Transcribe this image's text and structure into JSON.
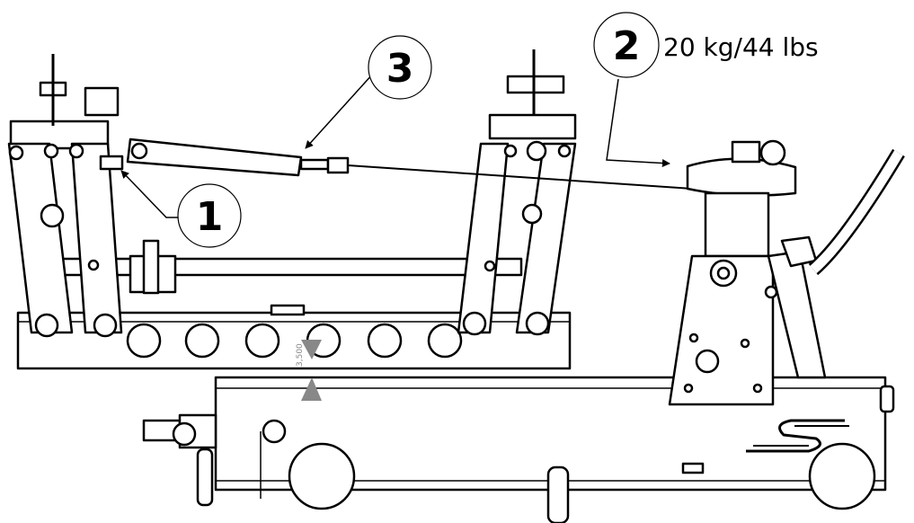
{
  "callouts": [
    {
      "number": "1"
    },
    {
      "number": "2"
    },
    {
      "number": "3"
    }
  ],
  "weight_label": "20 kg/44 lbs",
  "dimension_text": "3,500",
  "colors": {
    "line": "#000000",
    "fill": "#ffffff",
    "dim": "#888888"
  }
}
